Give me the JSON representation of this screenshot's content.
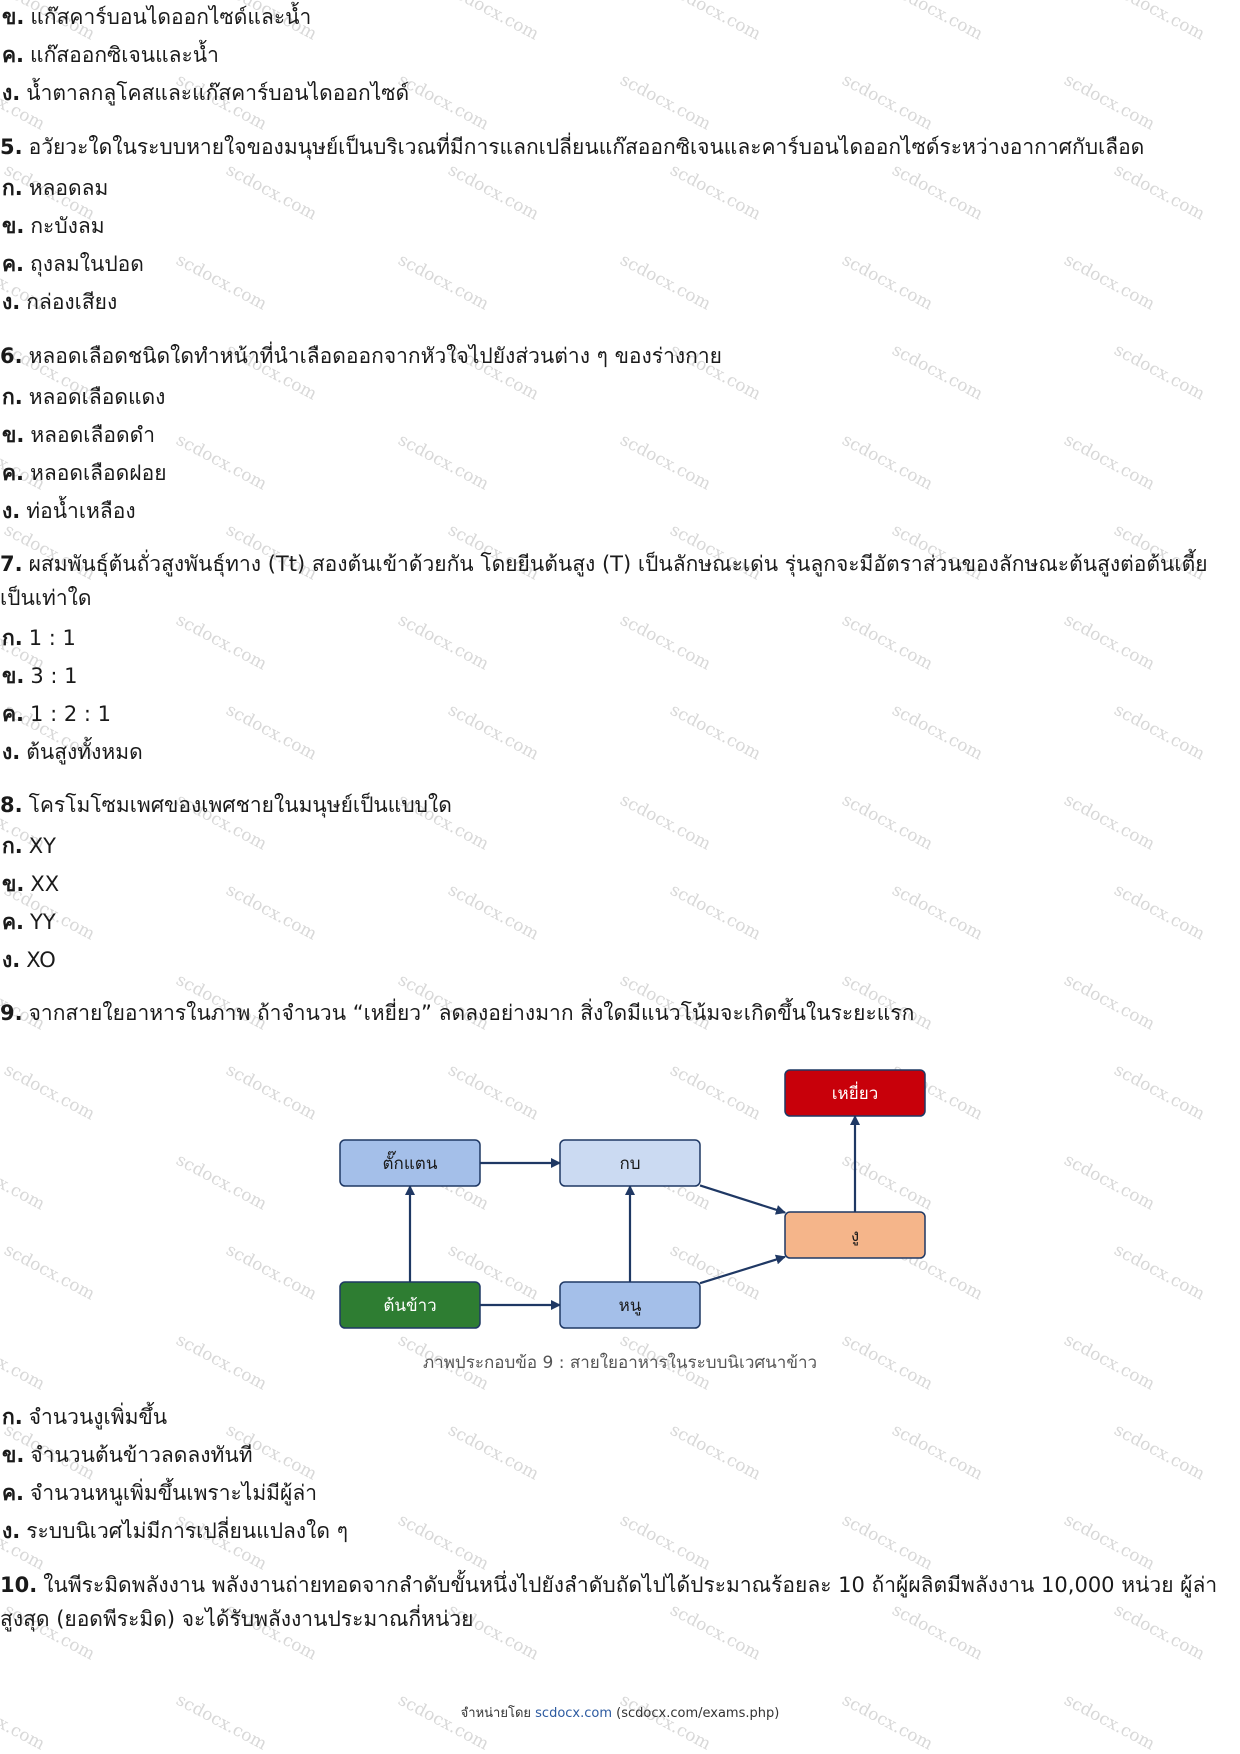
{
  "questions": [
    {
      "number": "",
      "text": "",
      "options": [
        {
          "label": "ข.",
          "text": "แก๊สคาร์บอนไดออกไซด์และน้ำ"
        },
        {
          "label": "ค.",
          "text": "แก๊สออกซิเจนและน้ำ"
        },
        {
          "label": "ง.",
          "text": "น้ำตาลกลูโคสและแก๊สคาร์บอนไดออกไซด์"
        }
      ]
    },
    {
      "number": "5.",
      "text": "อวัยวะใดในระบบหายใจของมนุษย์เป็นบริเวณที่มีการแลกเปลี่ยนแก๊สออกซิเจนและคาร์บอนไดออกไซด์ระหว่างอากาศกับเลือด",
      "options": [
        {
          "label": "ก.",
          "text": "หลอดลม"
        },
        {
          "label": "ข.",
          "text": "กะบังลม"
        },
        {
          "label": "ค.",
          "text": "ถุงลมในปอด"
        },
        {
          "label": "ง.",
          "text": "กล่องเสียง"
        }
      ]
    },
    {
      "number": "6.",
      "text": "หลอดเลือดชนิดใดทำหน้าที่นำเลือดออกจากหัวใจไปยังส่วนต่าง ๆ ของร่างกาย",
      "options": [
        {
          "label": "ก.",
          "text": "หลอดเลือดแดง"
        },
        {
          "label": "ข.",
          "text": "หลอดเลือดดำ"
        },
        {
          "label": "ค.",
          "text": "หลอดเลือดฝอย"
        },
        {
          "label": "ง.",
          "text": "ท่อน้ำเหลือง"
        }
      ]
    },
    {
      "number": "7.",
      "text": "ผสมพันธุ์ต้นถั่วสูงพันธุ์ทาง (Tt) สองต้นเข้าด้วยกัน โดยยีนต้นสูง (T) เป็นลักษณะเด่น รุ่นลูกจะมีอัตราส่วนของลักษณะต้นสูงต่อต้นเตี้ยเป็นเท่าใด",
      "options": [
        {
          "label": "ก.",
          "text": "1 : 1"
        },
        {
          "label": "ข.",
          "text": "3 : 1"
        },
        {
          "label": "ค.",
          "text": "1 : 2 : 1"
        },
        {
          "label": "ง.",
          "text": "ต้นสูงทั้งหมด"
        }
      ]
    },
    {
      "number": "8.",
      "text": "โครโมโซมเพศของเพศชายในมนุษย์เป็นแบบใด",
      "options": [
        {
          "label": "ก.",
          "text": "XY"
        },
        {
          "label": "ข.",
          "text": "XX"
        },
        {
          "label": "ค.",
          "text": "YY"
        },
        {
          "label": "ง.",
          "text": "XO"
        }
      ]
    },
    {
      "number": "9.",
      "text": "จากสายใยอาหารในภาพ ถ้าจำนวน “เหยี่ยว” ลดลงอย่างมาก สิ่งใดมีแนวโน้มจะเกิดขึ้นในระยะแรก",
      "options": [
        {
          "label": "ก.",
          "text": "จำนวนงูเพิ่มขึ้น"
        },
        {
          "label": "ข.",
          "text": "จำนวนต้นข้าวลดลงทันที"
        },
        {
          "label": "ค.",
          "text": "จำนวนหนูเพิ่มขึ้นเพราะไม่มีผู้ล่า"
        },
        {
          "label": "ง.",
          "text": "ระบบนิเวศไม่มีการเปลี่ยนแปลงใด ๆ"
        }
      ]
    },
    {
      "number": "10.",
      "text": "ในพีระมิดพลังงาน พลังงานถ่ายทอดจากลำดับขั้นหนึ่งไปยังลำดับถัดไปได้ประมาณร้อยละ 10 ถ้าผู้ผลิตมีพลังงาน 10,000 หน่วย ผู้ล่าสูงสุด (ยอดพีระมิด) จะได้รับพลังงานประมาณกี่หน่วย",
      "options": []
    }
  ],
  "diagram": {
    "caption": "ภาพประกอบข้อ 9 : สายใยอาหารในระบบนิเวศนาข้าว",
    "nodes": [
      {
        "id": "grasshopper",
        "label": "ตั๊กแตน",
        "color": "#a4bfe9"
      },
      {
        "id": "frog",
        "label": "กบ",
        "color": "#cbdaf2"
      },
      {
        "id": "hawk",
        "label": "เหยี่ยว",
        "color": "#c8000a"
      },
      {
        "id": "snake",
        "label": "งู",
        "color": "#f5b58a"
      },
      {
        "id": "rice",
        "label": "ต้นข้าว",
        "color": "#2e7d32"
      },
      {
        "id": "rat",
        "label": "หนู",
        "color": "#a4bfe9"
      }
    ],
    "edges": [
      [
        "rice",
        "grasshopper"
      ],
      [
        "grasshopper",
        "frog"
      ],
      [
        "rice",
        "rat"
      ],
      [
        "rat",
        "frog"
      ],
      [
        "frog",
        "snake"
      ],
      [
        "rat",
        "snake"
      ],
      [
        "snake",
        "hawk"
      ]
    ],
    "arrow_color": "#1f3864"
  },
  "watermark": {
    "text": "scdocx.com"
  },
  "footer": {
    "prefix": "จำหน่ายโดย",
    "link": "scdocx.com",
    "suffix": "(scdocx.com/exams.php)"
  }
}
